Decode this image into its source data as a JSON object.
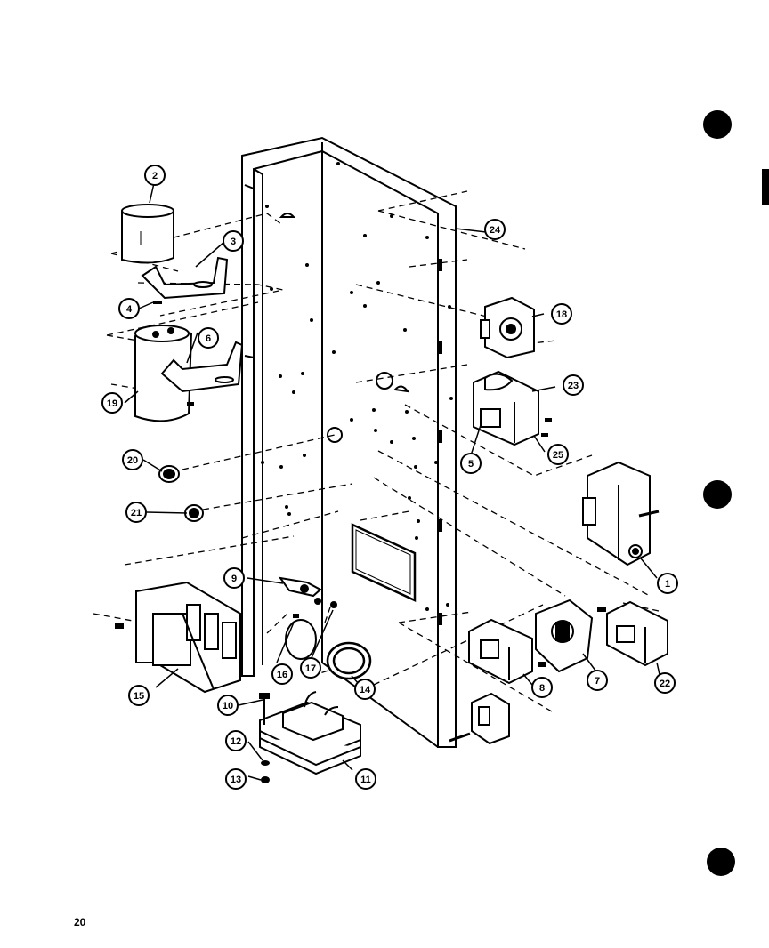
{
  "page_number": "20",
  "callouts": [
    {
      "id": "c1",
      "label": "1"
    },
    {
      "id": "c2",
      "label": "2"
    },
    {
      "id": "c3",
      "label": "3"
    },
    {
      "id": "c4",
      "label": "4"
    },
    {
      "id": "c5",
      "label": "5"
    },
    {
      "id": "c6",
      "label": "6"
    },
    {
      "id": "c7",
      "label": "7"
    },
    {
      "id": "c8",
      "label": "8"
    },
    {
      "id": "c9",
      "label": "9"
    },
    {
      "id": "c10",
      "label": "10"
    },
    {
      "id": "c11",
      "label": "11"
    },
    {
      "id": "c12",
      "label": "12"
    },
    {
      "id": "c13",
      "label": "13"
    },
    {
      "id": "c14",
      "label": "14"
    },
    {
      "id": "c15",
      "label": "15"
    },
    {
      "id": "c16",
      "label": "16"
    },
    {
      "id": "c17",
      "label": "17"
    },
    {
      "id": "c18a",
      "label": "18"
    },
    {
      "id": "c19",
      "label": "19"
    },
    {
      "id": "c20",
      "label": "20"
    },
    {
      "id": "c21",
      "label": "21"
    },
    {
      "id": "c22",
      "label": "22"
    },
    {
      "id": "c23",
      "label": "23"
    },
    {
      "id": "c24",
      "label": "24"
    },
    {
      "id": "c25",
      "label": "25"
    }
  ]
}
